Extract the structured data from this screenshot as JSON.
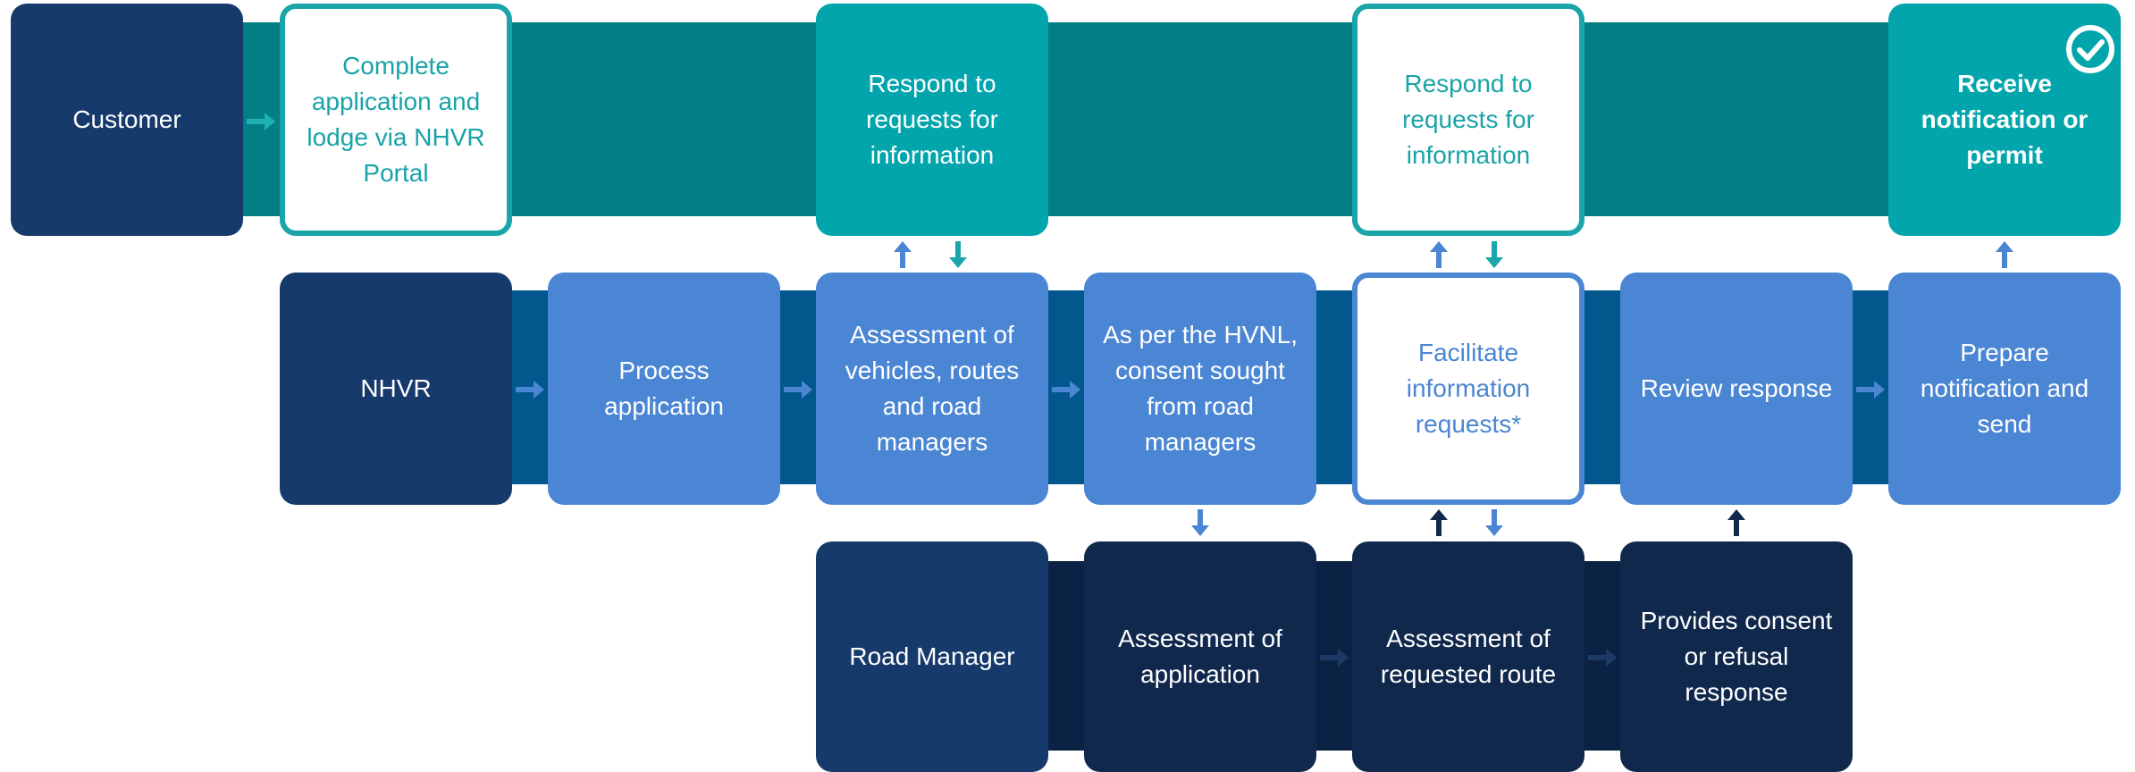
{
  "lanes": {
    "customer": "Customer",
    "nhvr": "NHVR",
    "road_manager": "Road Manager"
  },
  "customer_steps": {
    "complete_application": "Complete application and lodge via NHVR Portal",
    "respond_requests_1": "Respond to requests for information",
    "respond_requests_2": "Respond to requests for information",
    "receive_notification": "Receive notification or permit"
  },
  "nhvr_steps": {
    "process_application": "Process application",
    "assessment_vehicles": "Assessment of vehicles, routes and road managers",
    "consent_sought": "As per the HVNL, consent sought from road managers",
    "facilitate_requests": "Facilitate information requests*",
    "review_response": "Review response",
    "prepare_notification": "Prepare notification and send"
  },
  "road_manager_steps": {
    "assessment_application": "Assessment of application",
    "assessment_route": "Assessment of requested route",
    "provides_consent": "Provides consent or refusal response"
  },
  "colors": {
    "customer_band": "#027f85",
    "nhvr_band": "#02578c",
    "road_manager_band": "#0c2244",
    "teal": "#03a5ac",
    "blue": "#4a86d3",
    "navy": "#173a6c"
  },
  "icons": [
    "check-circle-icon",
    "arrow-right-icon",
    "arrow-up-icon",
    "arrow-down-icon"
  ]
}
